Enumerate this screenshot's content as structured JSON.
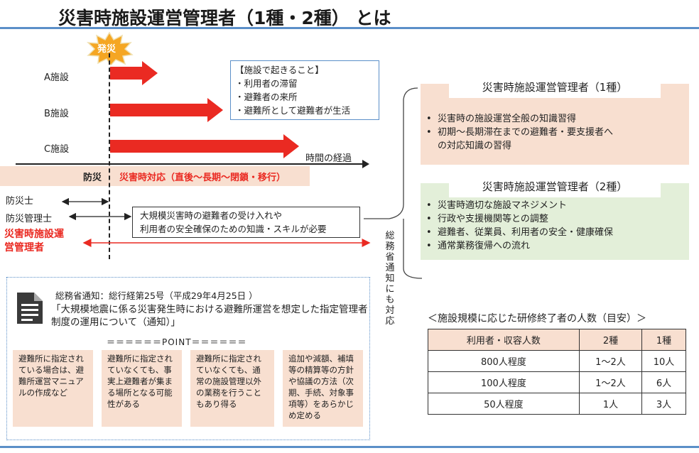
{
  "title": "災害時施設運営管理者（1種・2種） とは",
  "burst": "発災",
  "facilities": [
    "A施設",
    "B施設",
    "C施設"
  ],
  "time_axis_label": "時間の経過",
  "info_box": {
    "heading": "【施設で起きること】",
    "items": [
      "・利用者の滞留",
      "・避難者の来所",
      "・避難所として避難者が生活"
    ]
  },
  "bousai": {
    "label": "防災",
    "text": "災害時対応（直後～長期～閉鎖・移行）"
  },
  "roles": {
    "bousaishi": "防災士",
    "kanrisha": "防災管理士",
    "saigai_line1": "災害時施設運",
    "saigai_line2": "営管理者"
  },
  "knowledge_box": {
    "line1": "大規模災害時の避難者の受け入れや",
    "line2": "利用者の安全確保のための知識・スキルが必要"
  },
  "type1": {
    "title": "災害時施設運営管理者（1種）",
    "items": [
      "災害時の施設運営全般の知識習得",
      "初期～長期滞在までの避難者・要支援者へ\nの対応知識の習得"
    ]
  },
  "type2": {
    "title": "災害時施設運営管理者（2種）",
    "items": [
      "災害時適切な施設マネジメント",
      "行政や支援機関等との調整",
      "避難者、従業員、利用者の安全・健康確保",
      "通常業務復帰への流れ"
    ]
  },
  "vertical_text": "総務省通知にも対応",
  "notice": {
    "header": "総務省通知：総行経第25号（平成29年4月25日 ）",
    "title": "「大規模地震に係る災害発生時における避難所運営を想定した指定管理者制度の運用について（通知）」",
    "point_label": "＝＝＝＝＝＝POINT＝＝＝＝＝＝",
    "notes": [
      "避難所に指定されている場合は、避難所運営マニュアルの作成など",
      "避難所に指定されていなくても、事実上避難者が集まる場所となる可能性がある",
      "避難所に指定されていなくても、通常の施設管理以外の業務を行うこともあり得る",
      "追加や減額、補填等の精算等の方針や協議の方法（次期、手続、対象事項等）をあらかじめ定める"
    ]
  },
  "table": {
    "title": "＜施設規模に応じた研修終了者の人数（目安）＞",
    "headers": [
      "利用者・収容人数",
      "2種",
      "1種"
    ],
    "rows": [
      [
        "800人程度",
        "1～2人",
        "10人"
      ],
      [
        "100人程度",
        "1～2人",
        "6人"
      ],
      [
        "50人程度",
        "1人",
        "3人"
      ]
    ]
  },
  "colors": {
    "accent_red": "#ea2a22",
    "peach": "#f8dfd0",
    "green": "#e3efd9",
    "blue_rule": "#5b8fc8"
  }
}
